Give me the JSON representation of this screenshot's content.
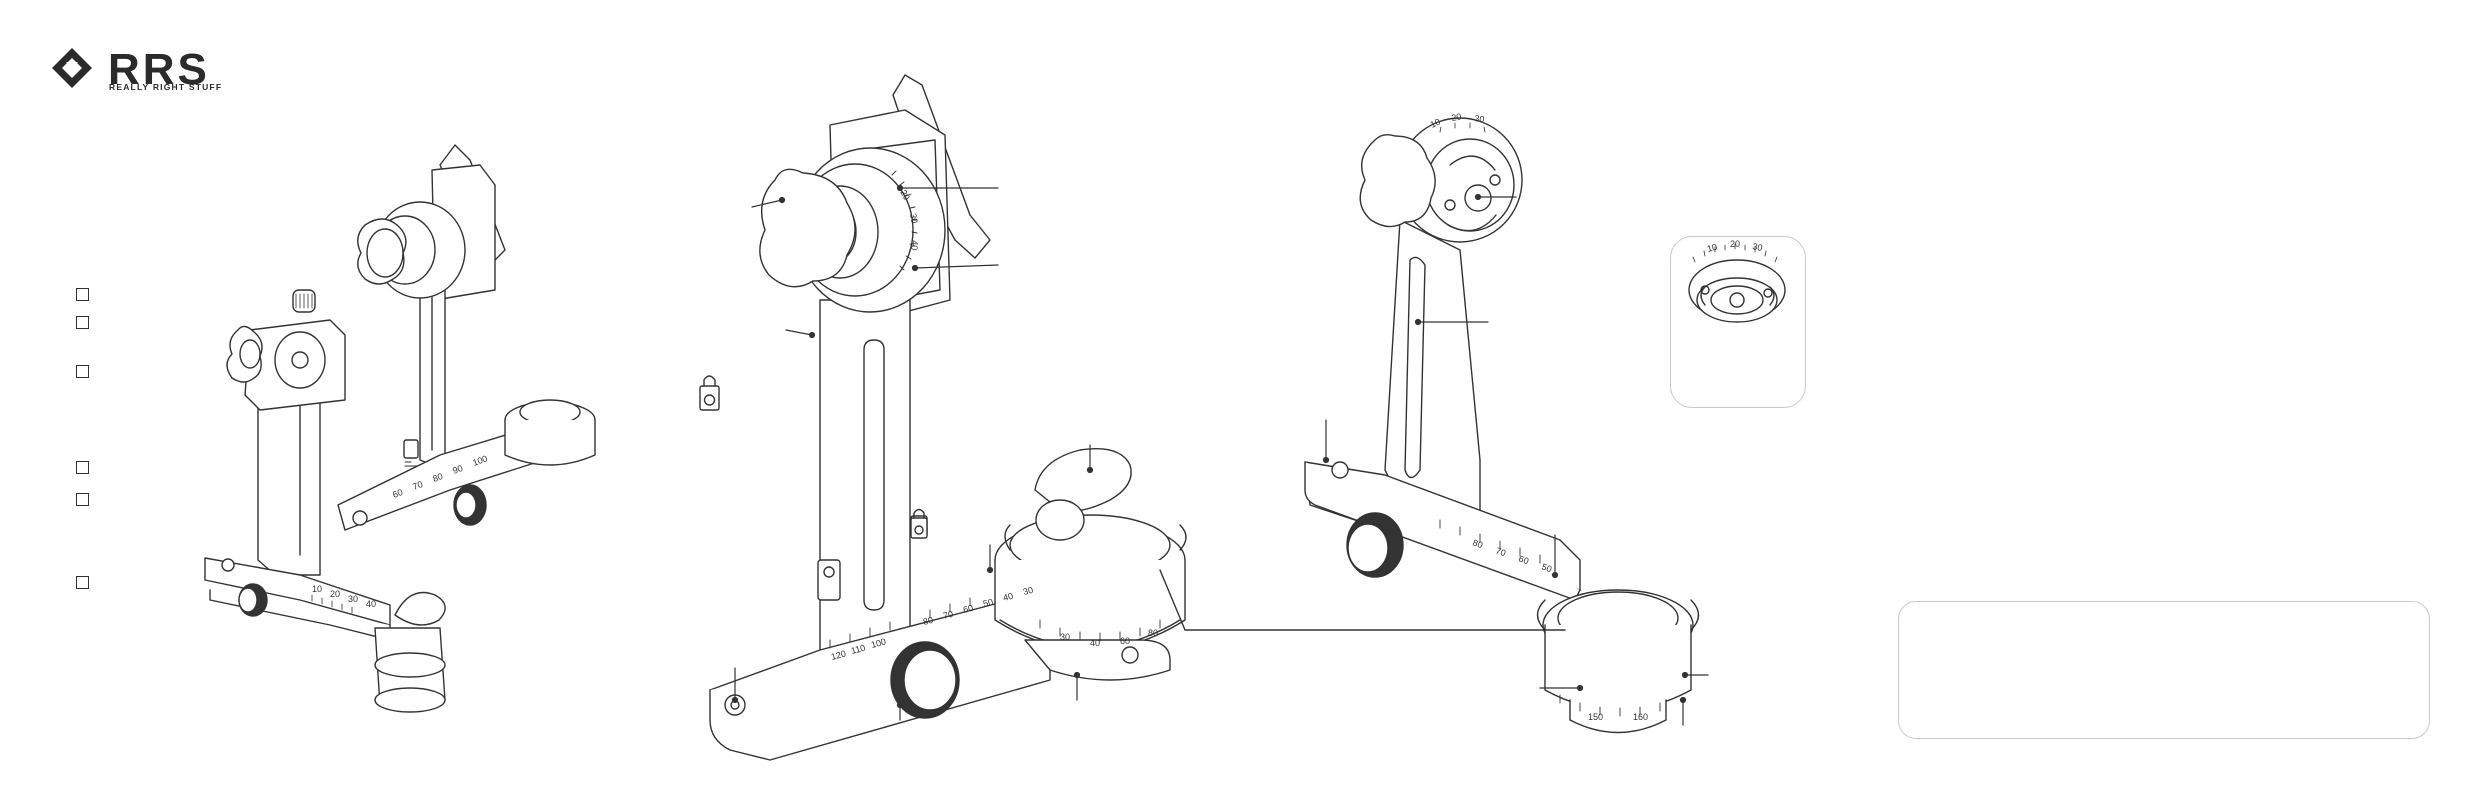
{
  "brand": {
    "wordmark": "RRS",
    "tagline": "REALLY RIGHT STUFF",
    "colors": {
      "ink": "#2b2b2b",
      "line": "#333333",
      "panel_border": "#c9c9c9"
    }
  },
  "checklist": {
    "items": [
      {
        "checked": false
      },
      {
        "checked": false
      },
      {
        "checked": false
      },
      {
        "checked": false
      },
      {
        "checked": false
      },
      {
        "checked": false
      }
    ]
  },
  "icons": {
    "lock_left": "lock-icon",
    "lock_mid": "lock-icon"
  },
  "scales": {
    "center_rail": [
      "80",
      "70",
      "60",
      "50",
      "40",
      "30"
    ],
    "center_rail_low": [
      "120",
      "110",
      "100"
    ],
    "center_rotator": [
      "80",
      "60",
      "40",
      "30"
    ],
    "center_top_rotator": [
      "20",
      "30",
      "40"
    ],
    "right_rail": [
      "80",
      "70",
      "60",
      "50"
    ],
    "right_rotator": [
      "150",
      "160"
    ],
    "right_top_rotator": [
      "10",
      "20",
      "30"
    ],
    "inset_ring": [
      "10",
      "20",
      "30"
    ],
    "left_small_rail": [
      "10",
      "20",
      "30",
      "40"
    ],
    "left_back_rail": [
      "60",
      "70",
      "80",
      "90",
      "100"
    ]
  },
  "inset_detail": {
    "label": ""
  },
  "note_panel": {
    "text": ""
  }
}
